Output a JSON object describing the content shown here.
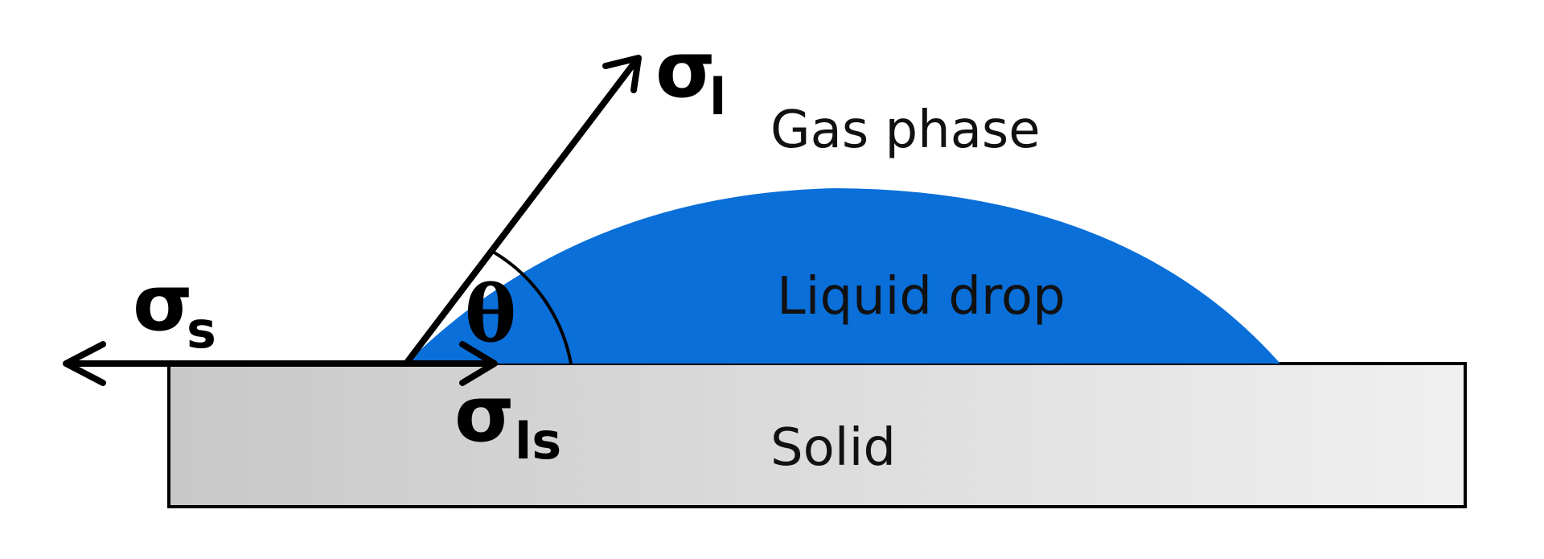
{
  "diagram": {
    "labels": {
      "gas": "Gas phase",
      "liquid": "Liquid drop",
      "solid": "Solid"
    },
    "symbols": {
      "sigma": "σ",
      "liquid_sub": "l",
      "solid_sub": "s",
      "interface_sub": "ls",
      "angle": "θ"
    },
    "colors": {
      "drop": "#0a6fd8",
      "solid_left": "#c8c8c8",
      "solid_right": "#f0f0f0",
      "arrows": "#000000"
    }
  }
}
